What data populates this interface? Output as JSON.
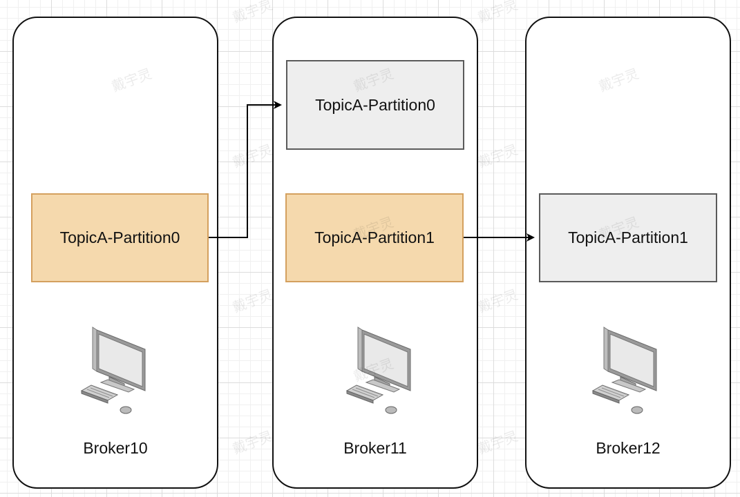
{
  "brokers": [
    {
      "label": "Broker10"
    },
    {
      "label": "Broker11"
    },
    {
      "label": "Broker12"
    }
  ],
  "partitions": {
    "b10_p0_leader": "TopicA-Partition0",
    "b11_p0_follower": "TopicA-Partition0",
    "b11_p1_leader": "TopicA-Partition1",
    "b12_p1_follower": "TopicA-Partition1"
  },
  "watermark": "戴宇灵",
  "colors": {
    "leader_fill": "#f5d9ad",
    "leader_border": "#d4a05e",
    "follower_fill": "#eeeeee",
    "follower_border": "#5a5a5a"
  }
}
